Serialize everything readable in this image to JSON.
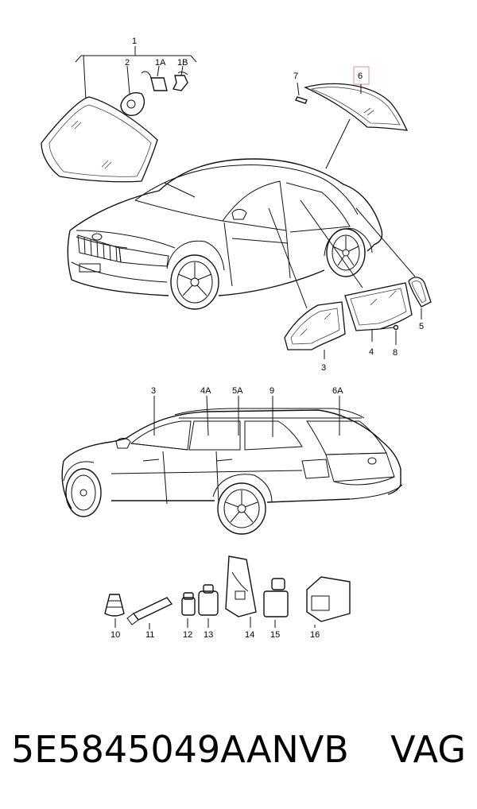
{
  "callouts": {
    "c1": "1",
    "c2": "2",
    "c1a": "1A",
    "c1b": "1B",
    "c7": "7",
    "c6": "6",
    "c5": "5",
    "c3": "3",
    "c4": "4",
    "c8": "8",
    "w3": "3",
    "w4a": "4A",
    "w5a": "5A",
    "w9": "9",
    "w6a": "6A",
    "a10": "10",
    "a11": "11",
    "a12": "12",
    "a13": "13",
    "a14": "14",
    "a15": "15",
    "a16": "16"
  },
  "highlight_color": "#e8a4ad",
  "footer": {
    "part_number": "5E5845049AANVB",
    "brand": "VAG"
  }
}
